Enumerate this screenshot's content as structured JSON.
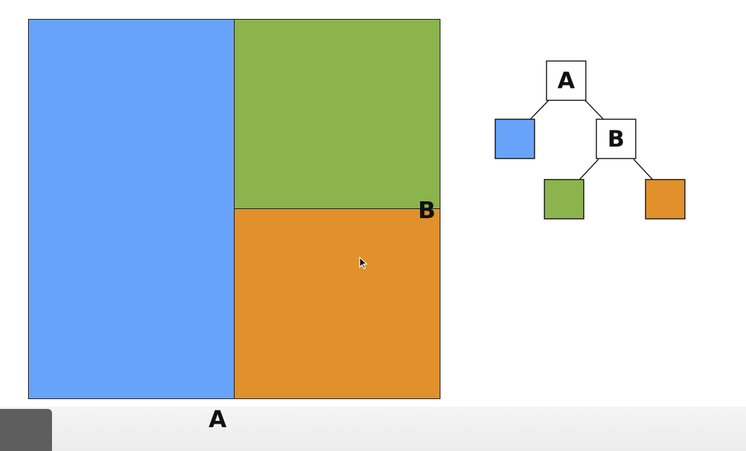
{
  "partition": {
    "split_a_label": "A",
    "split_b_label": "B",
    "colors": {
      "left": "#68a3fa",
      "top_right": "#8cb44c",
      "bottom_right": "#e1902b"
    }
  },
  "tree": {
    "root": {
      "label": "A"
    },
    "inner": {
      "label": "B"
    },
    "leaf_colors": {
      "left": "#68a3fa",
      "middle": "#8cb44c",
      "right": "#e1902b"
    }
  }
}
